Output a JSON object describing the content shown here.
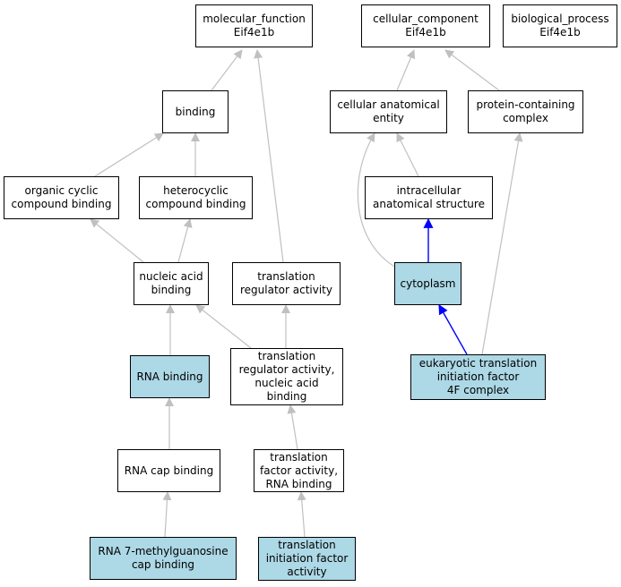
{
  "colors": {
    "highlight": "#add8e6",
    "edge": "#c0c0c0",
    "edge_emphasis": "#0000ff",
    "border": "#000000"
  },
  "nodes": {
    "molecular_function": "molecular_function\nEif4e1b",
    "cellular_component": "cellular_component\nEif4e1b",
    "biological_process": "biological_process\nEif4e1b",
    "binding": "binding",
    "cellular_anatomical_entity": "cellular anatomical\nentity",
    "protein_containing_complex": "protein-containing\ncomplex",
    "organic_cyclic_compound_binding": "organic cyclic\ncompound binding",
    "heterocyclic_compound_binding": "heterocyclic\ncompound binding",
    "intracellular_anatomical_structure": "intracellular\nanatomical structure",
    "nucleic_acid_binding": "nucleic acid\nbinding",
    "translation_regulator_activity": "translation\nregulator activity",
    "cytoplasm": "cytoplasm",
    "translation_regulator_nucleic_acid_binding": "translation\nregulator activity,\nnucleic acid\nbinding",
    "rna_binding": "RNA binding",
    "eif4f_complex": "eukaryotic translation\ninitiation factor\n4F complex",
    "rna_cap_binding": "RNA cap binding",
    "translation_factor_rna_binding": "translation\nfactor activity,\nRNA binding",
    "rna_7mg_cap_binding": "RNA 7-methylguanosine\ncap binding",
    "translation_initiation_factor_activity": "translation\ninitiation factor\nactivity"
  }
}
